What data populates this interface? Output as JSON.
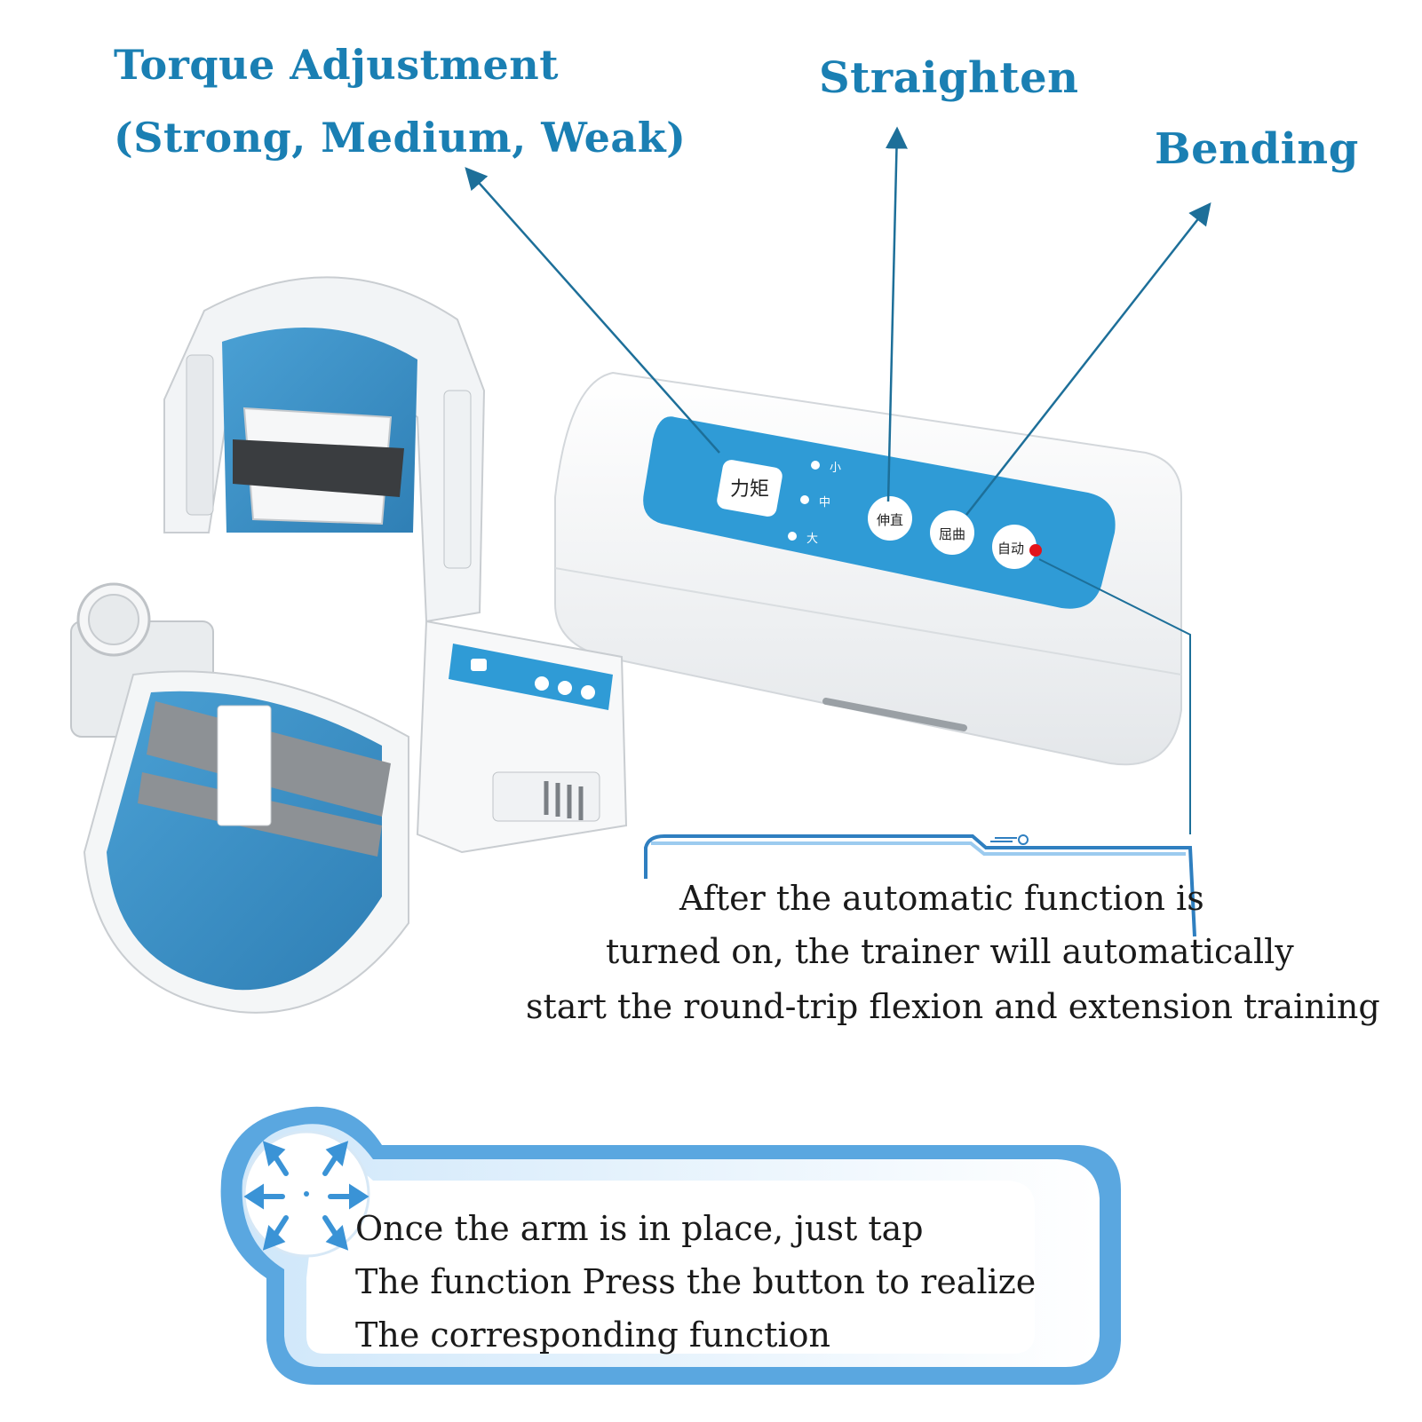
{
  "callouts": {
    "torque_line1": "Torque Adjustment",
    "torque_line2": "(Strong, Medium, Weak)",
    "straighten": "Straighten",
    "bending": "Bending"
  },
  "auto_note": {
    "line1": "After the automatic function is",
    "line2": "turned on, the trainer will automatically",
    "line3": "start the round-trip flexion and extension training"
  },
  "tap_note": {
    "line1": "Once the arm is in place, just tap",
    "line2": "The function Press the button to realize",
    "line3": "The corresponding function"
  },
  "panel_buttons": {
    "torque": "力矩",
    "level_small": "小",
    "level_medium": "中",
    "level_large": "大",
    "straighten": "伸直",
    "bending": "屈曲",
    "auto": "自动"
  },
  "colors": {
    "accent": "#1a7fb3",
    "panel_blue": "#2f9bd6",
    "arrow_line": "#1d6f99",
    "device_blue": "#3f92c9",
    "indicator_red": "#e3141b"
  },
  "icons": [
    "arrows-expand-icon"
  ]
}
